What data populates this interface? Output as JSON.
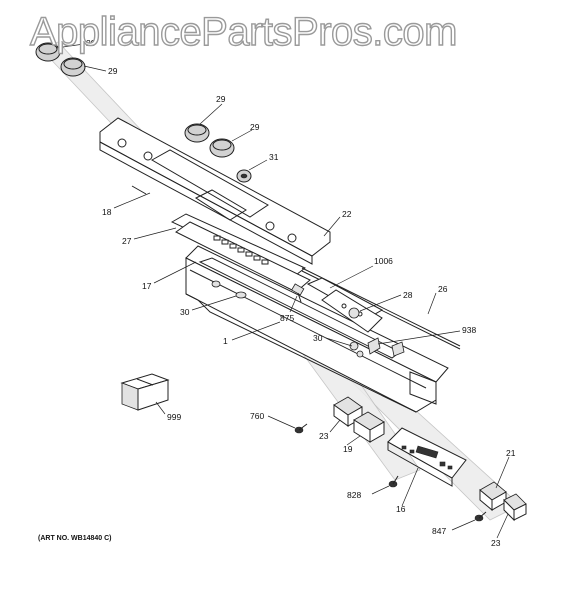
{
  "watermark": "AppliancePartsPros.com",
  "art_number": "(ART NO. WB14840 C)",
  "callouts": {
    "k29a": "29",
    "k29b": "29",
    "k29c": "29",
    "k29d": "29",
    "c31": "31",
    "c18": "18",
    "c22": "22",
    "c27": "27",
    "c1006": "1006",
    "c17": "17",
    "c28": "28",
    "c26": "26",
    "c30a": "30",
    "c875": "875",
    "c938": "938",
    "c30b": "30",
    "c1": "1",
    "c999": "999",
    "c760": "760",
    "c23a": "23",
    "c19": "19",
    "c828": "828",
    "c16": "16",
    "c21": "21",
    "c847": "847",
    "c23b": "23"
  },
  "colors": {
    "line": "#222222",
    "beam": "#ececec",
    "watermark_stroke": "#9a9a9a"
  }
}
